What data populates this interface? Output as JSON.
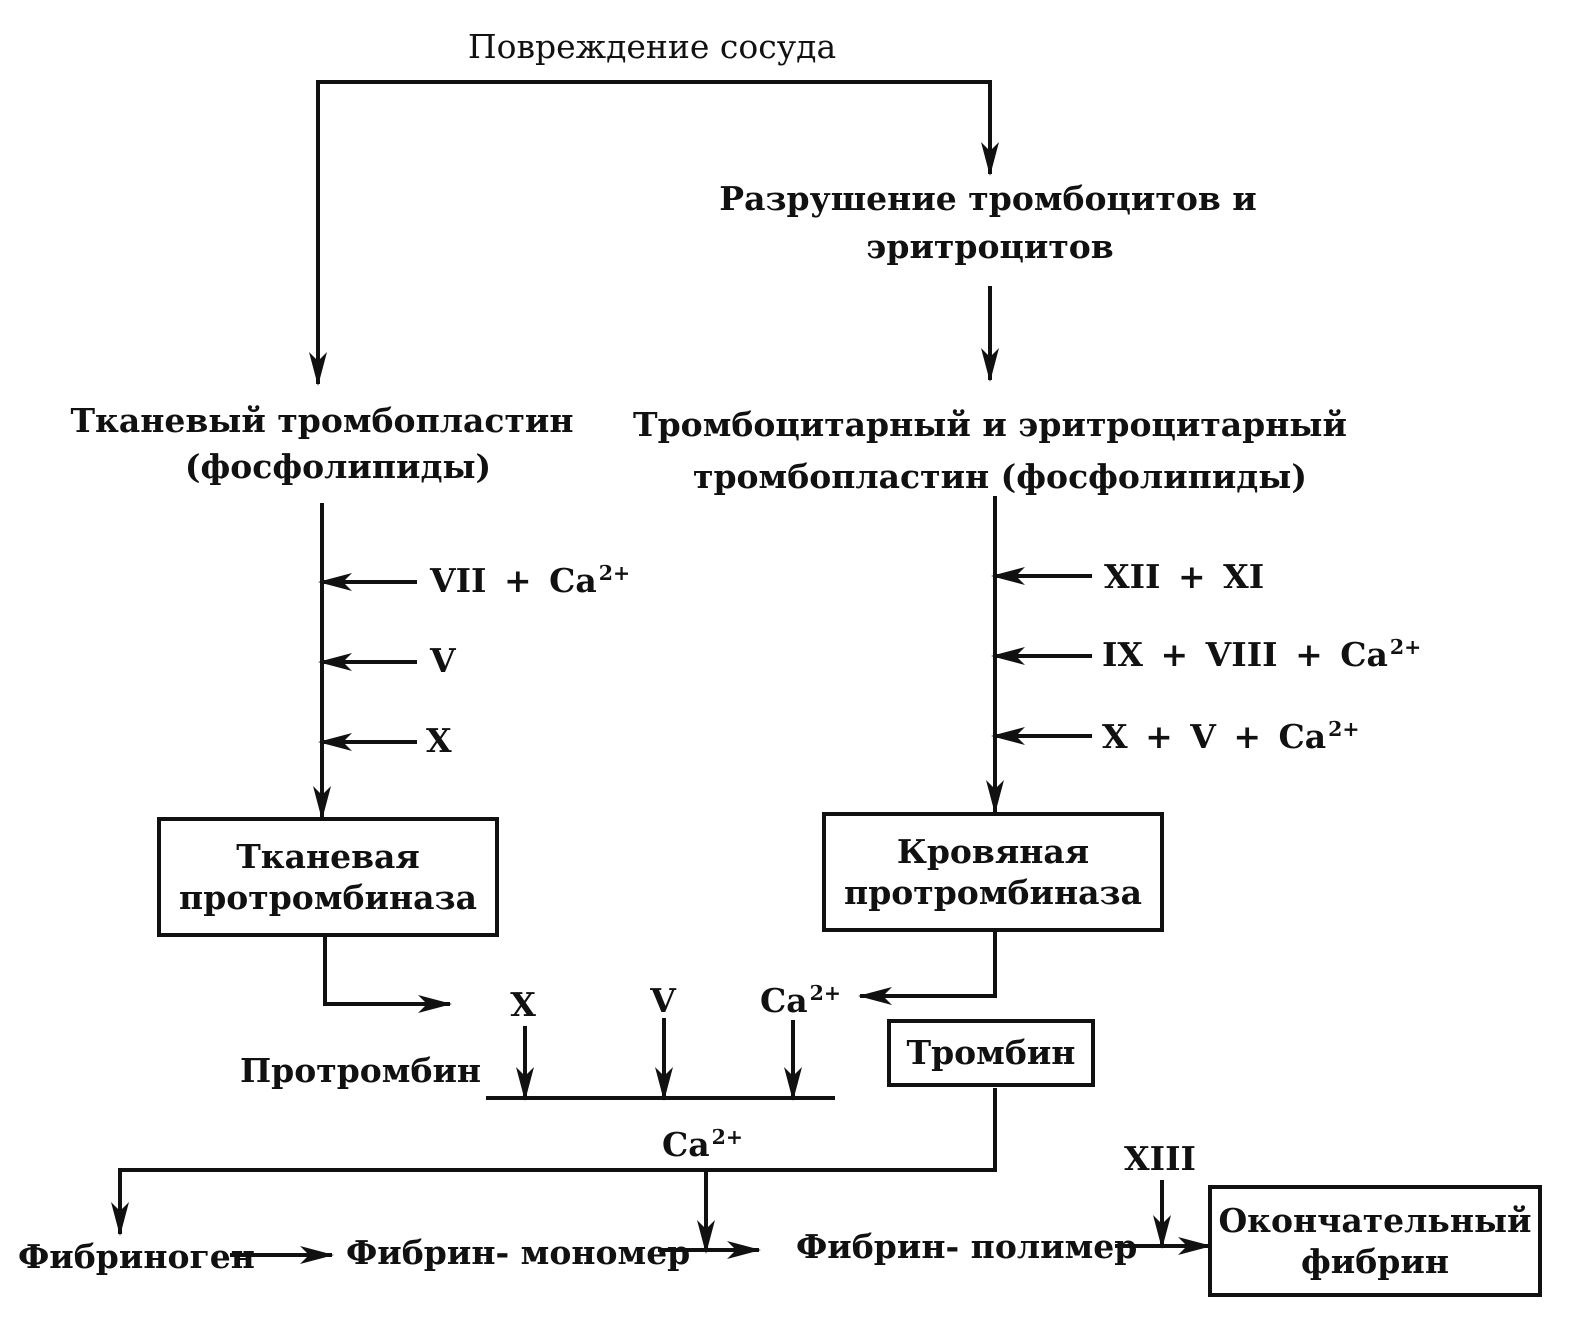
{
  "top": {
    "vessel_damage": "Повреждение сосуда"
  },
  "right_branch": {
    "destruction_line1": "Разрушение  тромбоцитов и",
    "destruction_line2": "эритроцитов",
    "thromboplastin_line1": "Тромбоцитарный и эритроцитарный",
    "thromboplastin_line2": "тромбопластин (фосфолипиды)",
    "factors": [
      {
        "text": "XII + XI",
        "sup": ""
      },
      {
        "text": "IX + VIII + Ca",
        "sup": "2+"
      },
      {
        "text": "X + V + Ca",
        "sup": "2+"
      }
    ],
    "box_line1": "Кровяная",
    "box_line2": "протромбиназа"
  },
  "left_branch": {
    "thromboplastin_line1": "Тканевый  тромбопластин",
    "thromboplastin_line2": "(фосфолипиды)",
    "factors": [
      {
        "text": "VII + Ca",
        "sup": "2+"
      },
      {
        "text": "V",
        "sup": ""
      },
      {
        "text": "X",
        "sup": ""
      }
    ],
    "box_line1": "Тканевая",
    "box_line2": "протромбиназа"
  },
  "prothrombin": {
    "label": "Протромбин",
    "factor_x": "X",
    "factor_v": "V",
    "factor_ca": "Ca",
    "factor_ca_sup": "2+"
  },
  "thrombin": {
    "box_label": "Тромбин",
    "ca": "Ca",
    "ca_sup": "2+"
  },
  "bottom": {
    "fibrinogen": "Фибриноген",
    "fibrin_monomer": "Фибрин- мономер",
    "fibrin_polymer": "Фибрин- полимер",
    "factor_xiii": "XIII",
    "final_line1": "Окончательный",
    "final_line2": "фибрин"
  }
}
